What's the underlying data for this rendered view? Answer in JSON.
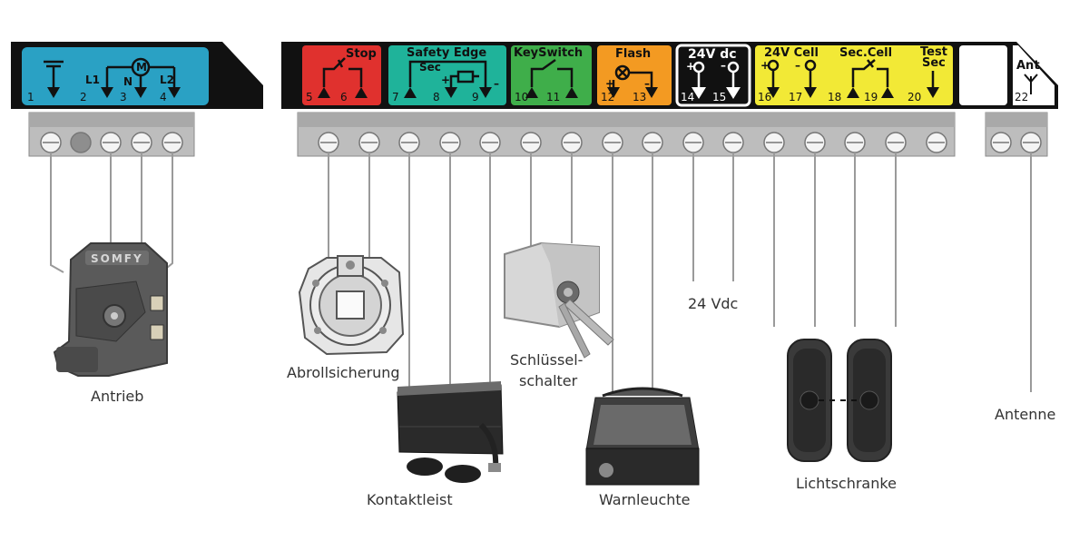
{
  "motor_block": {
    "terminals": [
      "1",
      "2",
      "3",
      "4"
    ],
    "sym_l1": "L1",
    "sym_n": "N",
    "sym_l2": "L2",
    "sym_m": "M",
    "colors": {
      "bg": "#2aa1c4"
    }
  },
  "groups": [
    {
      "id": "stop",
      "label": "Stop",
      "terminals": [
        "5",
        "6"
      ],
      "color": "#e0312e"
    },
    {
      "id": "safety",
      "label": "Safety Edge",
      "sublabel": "Sec",
      "plus": "+",
      "minus": "–",
      "terminals": [
        "7",
        "8",
        "9"
      ],
      "color": "#1fb39a"
    },
    {
      "id": "keyswitch",
      "label": "KeySwitch",
      "terminals": [
        "10",
        "11"
      ],
      "color": "#3fae4a"
    },
    {
      "id": "flash",
      "label": "Flash",
      "plus": "+",
      "minus": "–",
      "terminals": [
        "12",
        "13"
      ],
      "color": "#f39a22"
    },
    {
      "id": "dc",
      "label": "24V dc",
      "plus": "+",
      "minus": "–",
      "terminals": [
        "14",
        "15"
      ],
      "color": "#111111"
    },
    {
      "id": "cell",
      "label": "24V Cell",
      "plus": "+",
      "minus": "–",
      "terminals": [
        "16",
        "17"
      ],
      "color": "#f2e936"
    },
    {
      "id": "seccell",
      "label": "Sec.Cell",
      "terminals": [
        "18",
        "19"
      ],
      "color": "#f2e936"
    },
    {
      "id": "testsec",
      "label": "Test",
      "label2": "Sec",
      "terminals": [
        "20"
      ],
      "color": "#f2e936"
    },
    {
      "id": "ant",
      "label": "Ant",
      "terminals": [
        "22"
      ],
      "color": "#ffffff"
    }
  ],
  "device_labels": {
    "antrieb": "Antrieb",
    "abrollsicherung": "Abrollsicherung",
    "schluessel_1": "Schlüssel-",
    "schluessel_2": "schalter",
    "dc": "24 Vdc",
    "kontaktleist": "Kontaktleist",
    "warnleuchte": "Warnleuchte",
    "lichtschranke": "Lichtschranke",
    "antenne": "Antenne"
  },
  "brand": "SOMFY"
}
